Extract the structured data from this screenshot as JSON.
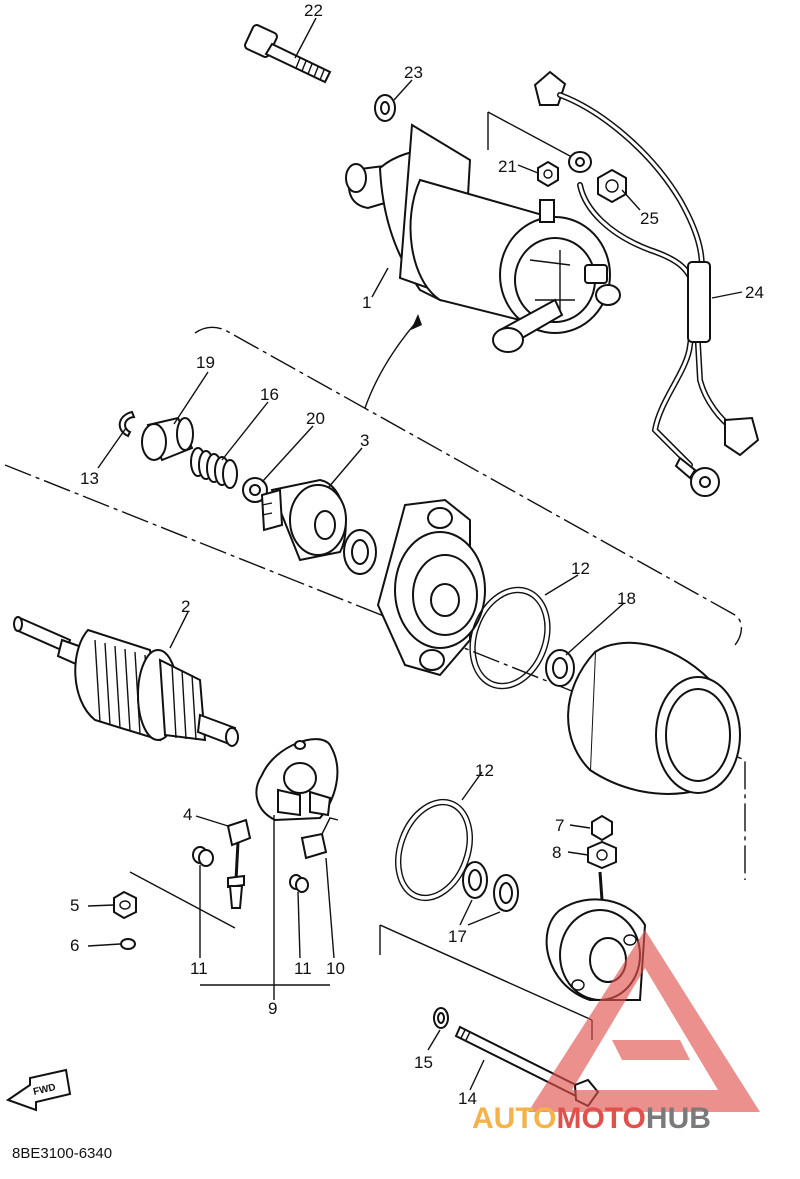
{
  "diagram": {
    "code": "8BE3100-6340",
    "fwd_label": "FWD",
    "callouts": [
      {
        "id": "c22",
        "text": "22"
      },
      {
        "id": "c23",
        "text": "23"
      },
      {
        "id": "c21",
        "text": "21"
      },
      {
        "id": "c25",
        "text": "25"
      },
      {
        "id": "c24",
        "text": "24"
      },
      {
        "id": "c1",
        "text": "1"
      },
      {
        "id": "c19",
        "text": "19"
      },
      {
        "id": "c16",
        "text": "16"
      },
      {
        "id": "c20",
        "text": "20"
      },
      {
        "id": "c3",
        "text": "3"
      },
      {
        "id": "c13",
        "text": "13"
      },
      {
        "id": "c12a",
        "text": "12"
      },
      {
        "id": "c18",
        "text": "18"
      },
      {
        "id": "c2",
        "text": "2"
      },
      {
        "id": "c12b",
        "text": "12"
      },
      {
        "id": "c4",
        "text": "4"
      },
      {
        "id": "c7",
        "text": "7"
      },
      {
        "id": "c8",
        "text": "8"
      },
      {
        "id": "c5",
        "text": "5"
      },
      {
        "id": "c6",
        "text": "6"
      },
      {
        "id": "c17",
        "text": "17"
      },
      {
        "id": "c11a",
        "text": "11"
      },
      {
        "id": "c11b",
        "text": "11"
      },
      {
        "id": "c10",
        "text": "10"
      },
      {
        "id": "c9",
        "text": "9"
      },
      {
        "id": "c15",
        "text": "15"
      },
      {
        "id": "c14",
        "text": "14"
      }
    ]
  },
  "watermark": {
    "auto": "AUTO",
    "moto": "MOTO",
    "hub": "HUB",
    "colors": {
      "auto": "#f6b24a",
      "moto": "#e0514b",
      "hub": "#7a7a7a"
    }
  }
}
